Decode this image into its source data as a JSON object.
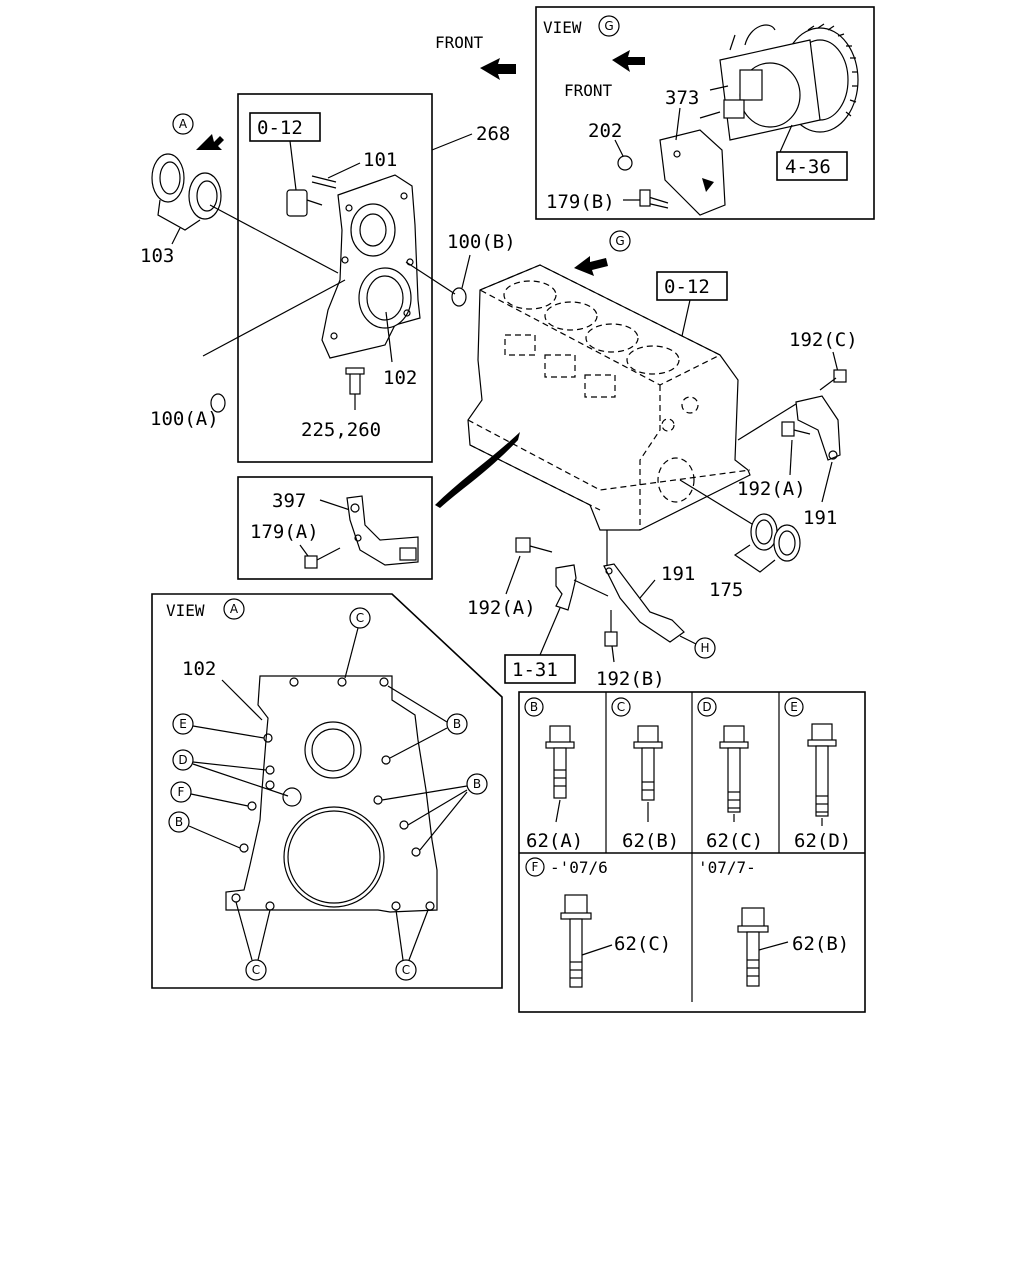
{
  "labels": {
    "front_top": "FRONT",
    "view_g_title": "VIEW",
    "view_g_letter": "G",
    "view_g_front": "FRONT",
    "p373": "373",
    "p202": "202",
    "p179b": "179(B)",
    "ref_4_36": "4-36",
    "ref_0_12_left": "0-12",
    "p268": "268",
    "p101": "101",
    "p103": "103",
    "letter_a_top": "A",
    "p100b": "100(B)",
    "letter_g_arrow": "G",
    "ref_0_12_block": "0-12",
    "p102_top": "102",
    "p100a": "100(A)",
    "p225_260": "225,260",
    "p192c": "192(C)",
    "p192a_right": "192(A)",
    "p191_right": "191",
    "p397": "397",
    "p179a": "179(A)",
    "p192a_left": "192(A)",
    "p191_lower": "191",
    "p175": "175",
    "ref_1_31": "1-31",
    "p192b": "192(B)",
    "letter_h": "H",
    "view_a_title": "VIEW",
    "view_a_letter": "A",
    "p102_view": "102"
  },
  "view_a_callouts": [
    "C",
    "B",
    "E",
    "D",
    "F",
    "B",
    "B",
    "C",
    "C"
  ],
  "bolt_table": {
    "top_row": [
      {
        "letter": "B",
        "part": "62(A)"
      },
      {
        "letter": "C",
        "part": "62(B)"
      },
      {
        "letter": "D",
        "part": "62(C)"
      },
      {
        "letter": "E",
        "part": "62(D)"
      }
    ],
    "bottom_row": [
      {
        "letter": "F",
        "range": "-'07/6",
        "part": "62(C)"
      },
      {
        "letter": "",
        "range": "'07/7-",
        "part": "62(B)"
      }
    ]
  }
}
